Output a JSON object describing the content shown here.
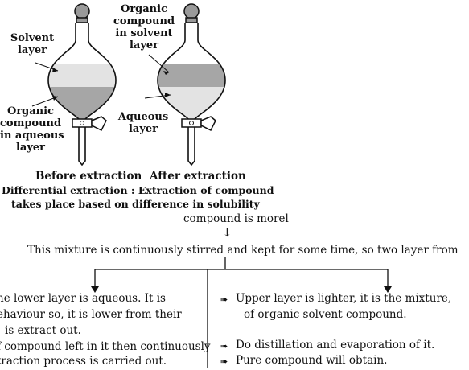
{
  "funnel_left": {
    "solvent_label": [
      "Solvent",
      "layer"
    ],
    "organic_label": [
      "Organic",
      "compound",
      "in aqueous",
      "layer"
    ],
    "caption": "Before extraction"
  },
  "funnel_right": {
    "organic_label": [
      "Organic",
      "compound",
      "in solvent",
      "layer"
    ],
    "aqueous_label": [
      "Aqueous",
      "layer"
    ],
    "caption": "After extraction"
  },
  "figure_caption": [
    "Differential extraction : Extraction of compound",
    "takes place based on difference in solubility"
  ],
  "top_line": "compound is morel",
  "down_arrow": "↓",
  "middle_line": "This mixture is continuously stirred and kept for some time, so two layer from",
  "left_branch": [
    "he lower layer is aqueous. It is",
    "ehaviour so, it is lower from their",
    "is extract out.",
    "f compound left in it then continuously",
    "traction process is carried out."
  ],
  "right_branch": {
    "bullet_glyph": "➠",
    "items": [
      "Upper layer is lighter, it is the mixture,",
      "of organic solvent compound.",
      "Do distillation and evaporation of it.",
      "Pure compound will obtain."
    ]
  },
  "colors": {
    "light_layer": "#e3e3e3",
    "dark_layer": "#a6a6a6",
    "stopper": "#9a9a9a",
    "line": "#111111"
  }
}
